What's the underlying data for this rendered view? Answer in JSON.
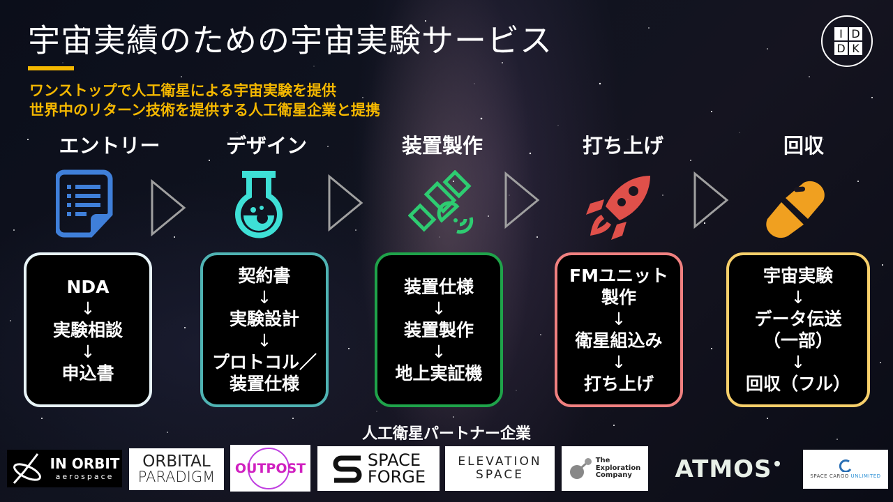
{
  "header": {
    "title": "宇宙実績のための宇宙実験サービス",
    "subtitle_lines": [
      "ワンストップで人工衛星による宇宙実験を提供",
      "世界中のリターン技術を提供する人工衛星企業と提携"
    ],
    "logo": {
      "letters": [
        "I",
        "D",
        "D",
        "K"
      ]
    }
  },
  "colors": {
    "accent": "#f5b800",
    "entry": "#3f7fd9",
    "design": "#3ee0d6",
    "fabrication": "#2ecc71",
    "launch": "#e0504a",
    "recovery": "#f0a020",
    "box_entry_border": "#e8f4f8",
    "box_design_border": "#4fb3b3",
    "box_fabrication_border": "#1fa34a",
    "box_launch_border": "#f08080",
    "box_recovery_border": "#f7cf6a"
  },
  "steps": [
    {
      "label": "エントリー",
      "icon": "document-list-icon",
      "lines": [
        "NDA",
        "↓",
        "実験相談",
        "↓",
        "申込書"
      ]
    },
    {
      "label": "デザイン",
      "icon": "flask-icon",
      "lines": [
        "契約書",
        "↓",
        "実験設計",
        "↓",
        "プロトコル／",
        "装置仕様"
      ]
    },
    {
      "label": "装置製作",
      "icon": "satellite-icon",
      "lines": [
        "装置仕様",
        "↓",
        "装置製作",
        "↓",
        "地上実証機"
      ]
    },
    {
      "label": "打ち上げ",
      "icon": "rocket-icon",
      "lines": [
        "FMユニット",
        "製作",
        "↓",
        "衛星組込み",
        "↓",
        "打ち上げ"
      ]
    },
    {
      "label": "回収",
      "icon": "capsule-icon",
      "lines": [
        "宇宙実験",
        "↓",
        "データ伝送",
        "（一部）",
        "↓",
        "回収（フル）"
      ]
    }
  ],
  "partners": {
    "title": "人工衛星パートナー企業",
    "logos": [
      {
        "name": "IN ORBIT",
        "sub": "aerospace"
      },
      {
        "name": "ORBITAL",
        "sub": "PARADIGM"
      },
      {
        "name": "OUTPOST",
        "sub": ""
      },
      {
        "name": "SPACE",
        "sub": "FORGE"
      },
      {
        "name": "ELEVATION",
        "sub": "SPACE"
      },
      {
        "name": "The",
        "sub": "Exploration",
        "sub2": "Company"
      },
      {
        "name": "ATMOS",
        "sub": ""
      },
      {
        "name": "SPACE CARGO",
        "sub": "UNLIMITED"
      }
    ]
  }
}
